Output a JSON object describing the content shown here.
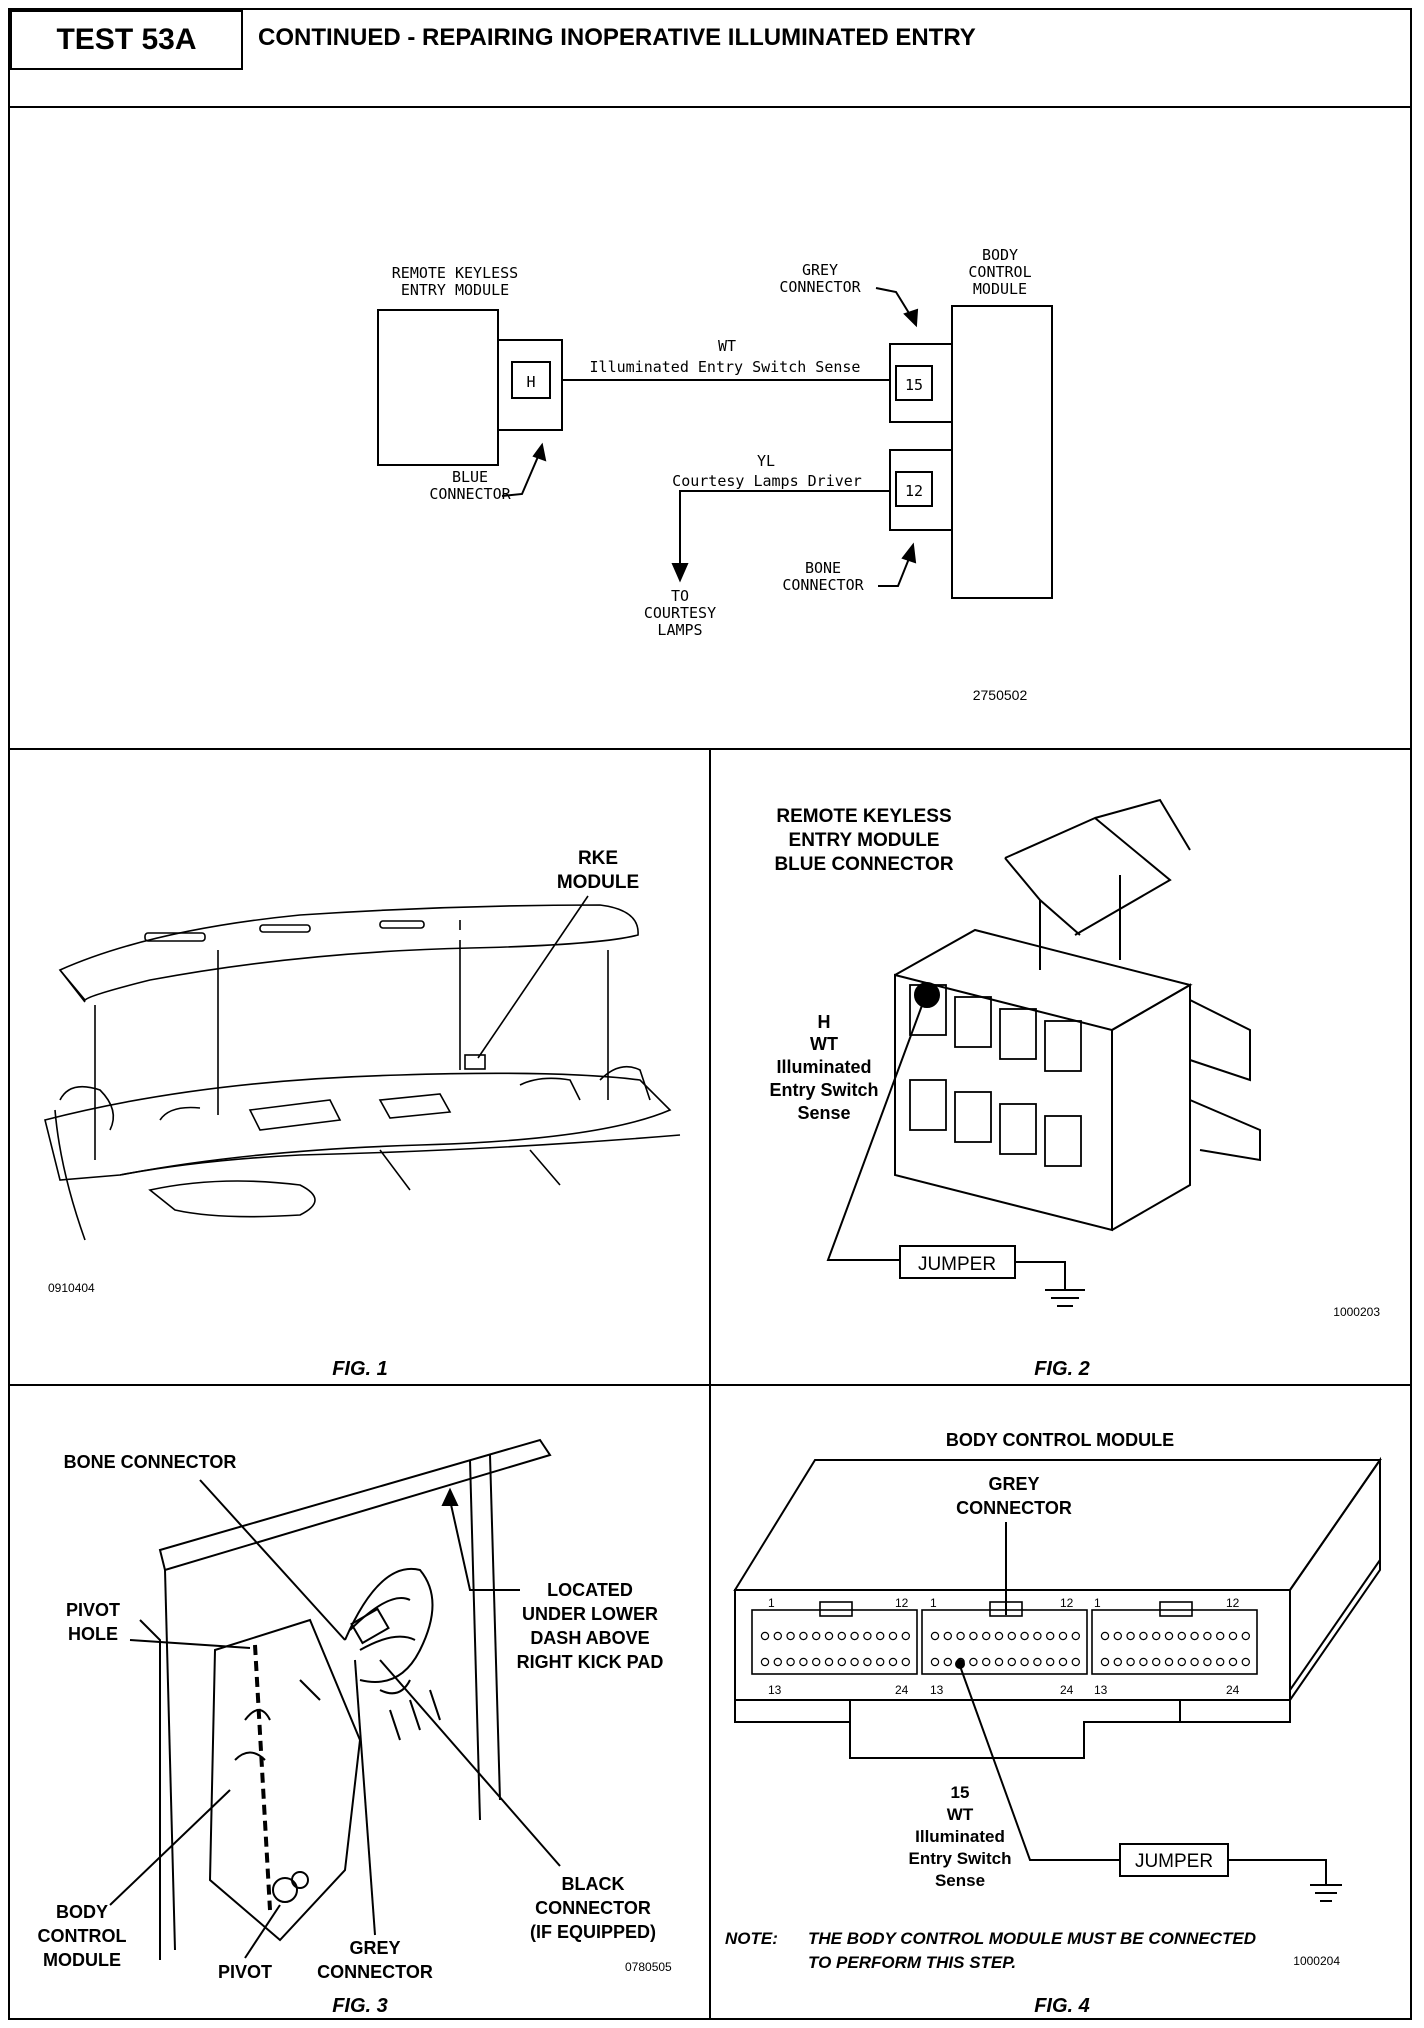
{
  "header": {
    "test_id": "TEST 53A",
    "title": "CONTINUED - REPAIRING INOPERATIVE ILLUMINATED ENTRY"
  },
  "schematic": {
    "rke_module_label": [
      "REMOTE KEYLESS",
      "ENTRY MODULE"
    ],
    "blue_connector_label": [
      "BLUE",
      "CONNECTOR"
    ],
    "grey_connector_label": [
      "GREY",
      "CONNECTOR"
    ],
    "bcm_label": [
      "BODY",
      "CONTROL",
      "MODULE"
    ],
    "bone_connector_label": [
      "BONE",
      "CONNECTOR"
    ],
    "pin_h": "H",
    "pin_15": "15",
    "pin_12": "12",
    "wire1_color": "WT",
    "wire1_name": "Illuminated Entry Switch Sense",
    "wire2_color": "YL",
    "wire2_name": "Courtesy Lamps Driver",
    "to_lamps": [
      "TO",
      "COURTESY",
      "LAMPS"
    ],
    "ref": "2750502"
  },
  "fig1": {
    "caption": "FIG. 1",
    "rke_label": [
      "RKE",
      "MODULE"
    ],
    "ref": "0910404"
  },
  "fig2": {
    "caption": "FIG. 2",
    "title": [
      "REMOTE KEYLESS",
      "ENTRY MODULE",
      "BLUE CONNECTOR"
    ],
    "pin_label": [
      "H",
      "WT",
      "Illuminated",
      "Entry Switch",
      "Sense"
    ],
    "jumper": "JUMPER",
    "ref": "1000203"
  },
  "fig3": {
    "caption": "FIG. 3",
    "bone_connector": "BONE CONNECTOR",
    "pivot_hole": [
      "PIVOT",
      "HOLE"
    ],
    "located": [
      "LOCATED",
      "UNDER LOWER",
      "DASH ABOVE",
      "RIGHT KICK PAD"
    ],
    "body_control_module": [
      "BODY",
      "CONTROL",
      "MODULE"
    ],
    "pivot": "PIVOT",
    "grey_connector": [
      "GREY",
      "CONNECTOR"
    ],
    "black_connector": [
      "BLACK",
      "CONNECTOR",
      "(IF EQUIPPED)"
    ],
    "ref": "0780505"
  },
  "fig4": {
    "caption": "FIG. 4",
    "title": "BODY CONTROL MODULE",
    "grey_connector": [
      "GREY",
      "CONNECTOR"
    ],
    "pin_numbers": [
      "1",
      "12",
      "13",
      "24"
    ],
    "pin_label": [
      "15",
      "WT",
      "Illuminated",
      "Entry Switch",
      "Sense"
    ],
    "jumper": "JUMPER",
    "note_lead": "NOTE:",
    "note": [
      "THE BODY CONTROL MODULE MUST BE CONNECTED",
      "TO PERFORM THIS STEP."
    ],
    "ref": "1000204"
  }
}
